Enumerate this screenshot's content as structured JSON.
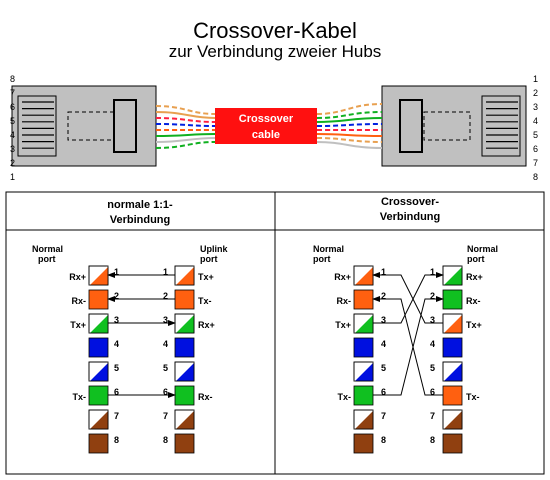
{
  "title": "Crossover-Kabel",
  "subtitle": "zur Verbindung zweier Hubs",
  "cable": {
    "line1": "Crossover",
    "line2": "cable"
  },
  "left_plug_pins": [
    "8",
    "7",
    "6",
    "5",
    "4",
    "3",
    "2",
    "1"
  ],
  "right_plug_pins": [
    "1",
    "2",
    "3",
    "4",
    "5",
    "6",
    "7",
    "8"
  ],
  "panel_left": {
    "heading_line1": "normale 1:1-",
    "heading_line2": "Verbindung",
    "left_port_line1": "Normal",
    "left_port_line2": "port",
    "right_port_line1": "Uplink",
    "right_port_line2": "port",
    "left_labels": [
      "Rx+",
      "Rx-",
      "Tx+",
      "",
      "",
      "Tx-",
      "",
      ""
    ],
    "right_labels": [
      "Tx+",
      "Tx-",
      "Rx+",
      "",
      "",
      "Rx-",
      "",
      ""
    ],
    "pin_numbers": [
      "1",
      "2",
      "3",
      "4",
      "5",
      "6",
      "7",
      "8"
    ]
  },
  "panel_right": {
    "heading_line1": "Crossover-",
    "heading_line2": "Verbindung",
    "left_port_line1": "Normal",
    "left_port_line2": "port",
    "right_port_line1": "Normal",
    "right_port_line2": "port",
    "left_labels": [
      "Rx+",
      "Rx-",
      "Tx+",
      "",
      "",
      "Tx-",
      "",
      ""
    ],
    "right_labels": [
      "Rx+",
      "Rx-",
      "Tx+",
      "",
      "",
      "Tx-",
      "",
      ""
    ],
    "pin_numbers": [
      "1",
      "2",
      "3",
      "4",
      "5",
      "6",
      "7",
      "8"
    ]
  },
  "colors": {
    "orange": "#ff6010",
    "green": "#10c020",
    "blue": "#0010e0",
    "brown": "#904010",
    "cable_red": "#ff1010",
    "plug_grey": "#c0c0c0"
  },
  "left_pin_colors": [
    "orange-white",
    "orange",
    "green-white",
    "blue",
    "blue-white",
    "green",
    "brown-white",
    "brown"
  ],
  "right_pin_colors_crossover": [
    "green-white",
    "green",
    "orange-white",
    "blue",
    "blue-white",
    "orange",
    "brown-white",
    "brown"
  ]
}
